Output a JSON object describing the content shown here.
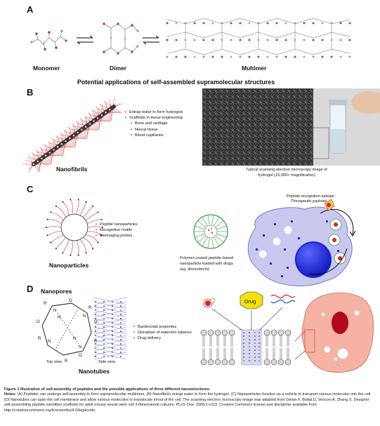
{
  "panels": {
    "A": {
      "letter": "A",
      "labels": {
        "monomer": "Monomer",
        "dimer": "Dimer",
        "multimer": "Multimer"
      }
    },
    "B": {
      "letter": "B",
      "heading": "Potential applications of self-assembled supramolecular structures",
      "structure_label": "Nanofibrils",
      "bullets": [
        "Entrap water to form hydrogels",
        "Scaffolds in tissue engineering"
      ],
      "sub_bullets": [
        "Bone and cartilage",
        "Neural tissue",
        "Blood capillaries"
      ],
      "sem_caption_line1": "Typical scanning electron microscopy image of",
      "sem_caption_line2": "hydrogel (15,000× magnification)"
    },
    "C": {
      "letter": "C",
      "structure_label": "Nanoparticles",
      "bullets": [
        "Peptide nanoparticles",
        "Recognition motifs",
        "Bioimaging probes"
      ],
      "epitope_label": "Peptide recognition epitope",
      "payload_label": "Therapeutic payload",
      "polymer_label_1": "Polymer-coated peptide-based",
      "polymer_label_2": "nanoparticle loaded with drugs",
      "polymer_label_3": "(eg, doxorubicin)"
    },
    "D": {
      "letter": "D",
      "nanopores_label": "Nanopores",
      "nanotubes_label": "Nanotubes",
      "top_view": "Top view",
      "side_view": "Side view",
      "bullets": [
        "Bactericidal properties",
        "Disruption of water/ion balance",
        "Drug delivery"
      ],
      "drug_label": "Drug",
      "ring_atoms": [
        "R",
        "R",
        "R",
        "R",
        "R",
        "O",
        "O",
        "O",
        "O",
        "H",
        "H",
        "N",
        "N",
        "N",
        "N"
      ]
    }
  },
  "caption": {
    "title": "Figure 1 Illustration of self-assembly of peptides and the possible applications of three different nanostructures.",
    "notes_label": "Notes:",
    "notes_text": "(A) Peptides can undergo self-assembly to form supramolecular multimers. (B) Nanofibrils entrap water to form the hydrogel. (C) Nanoparticles function as a vehicle to transport various molecules into the cell. (D) Nanotubes can span the cell membrane and allow various molecules to translocate in/out of the cell. The scanning electron microscopy image was adapted from Gelain F, Bottai D, Vescovi A, Zhang S. Designer self-assembling peptide nanofiber scaffolds for adult mouse neural stem cell 3-dimensional cultures. PLoS One. 2006;1:e119. Creative Commons license and disclaimer available from: http://creativecommons.org/licenses/by/4.0/legalcode."
  }
}
